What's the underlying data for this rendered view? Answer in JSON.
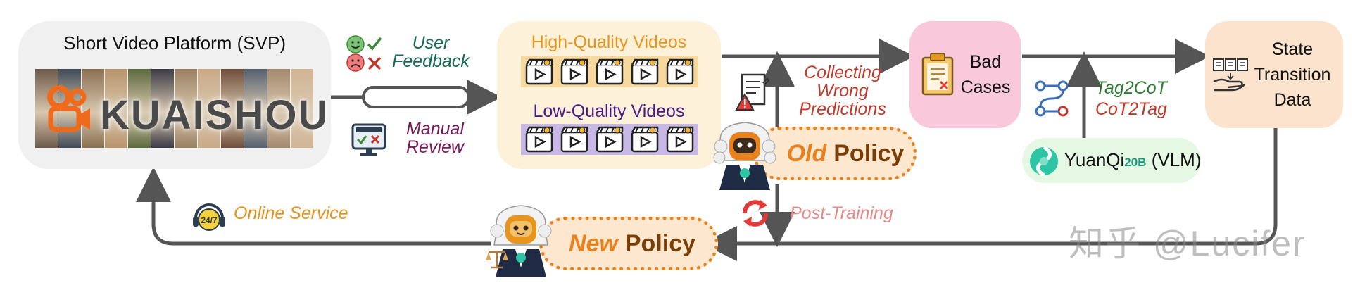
{
  "svp": {
    "title": "Short Video Platform (SVP)",
    "logo_text": "KUAISHOU",
    "photo_colors": [
      "#6d5a4a",
      "#3f4a57",
      "#8a6f52",
      "#b7946b",
      "#5d6a3e",
      "#3c3c46",
      "#9b8062",
      "#c9a986",
      "#6f4d3a",
      "#556070",
      "#a48a6e",
      "#d1b595"
    ]
  },
  "feedback": {
    "user_feedback": [
      "User",
      "Feedback"
    ],
    "manual_review": [
      "Manual",
      "Review"
    ]
  },
  "videos": {
    "high_quality": "High-Quality Videos",
    "low_quality": "Low-Quality Videos",
    "clip_count": 5
  },
  "collect": {
    "lines": [
      "Collecting",
      "Wrong",
      "Predictions"
    ]
  },
  "bad_cases": {
    "lines": [
      "Bad",
      "Cases"
    ]
  },
  "tags": {
    "line1": "Tag2CoT",
    "line2": "CoT2Tag"
  },
  "vlm": {
    "name": "YuanQi",
    "sub": "20B",
    "suffix": " (VLM)"
  },
  "state": {
    "lines": [
      "State",
      "Transition",
      "Data"
    ]
  },
  "old_policy": {
    "highlight": "Old",
    "text": "Policy"
  },
  "new_policy": {
    "highlight": "New",
    "text": "Policy"
  },
  "post_training": "Post-Training",
  "online_service": "Online Service",
  "watermark": "知乎 @Lucifer",
  "colors": {
    "arrow": "#555555",
    "orange": "#e8821e",
    "red_text": "#c0392b",
    "teal": "#1a6b5a",
    "purple": "#7a1a5a",
    "pink_text": "#e88a8a",
    "green": "#2e7d32"
  }
}
